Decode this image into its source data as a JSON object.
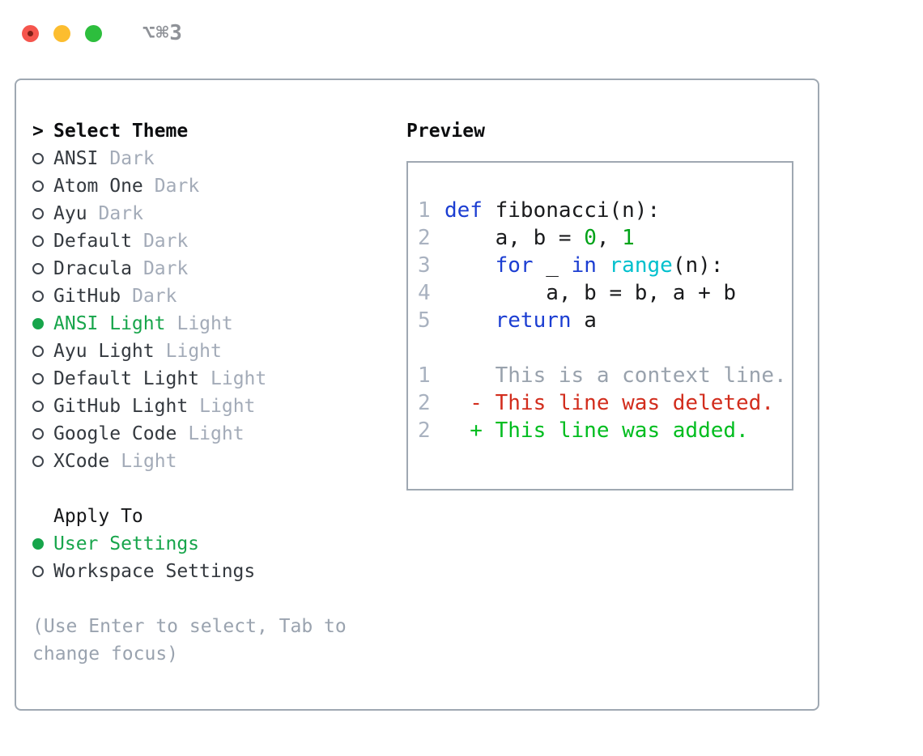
{
  "titlebar": {
    "shortcut": "⌥⌘3"
  },
  "theme_panel": {
    "header_prefix": ">",
    "header": "Select Theme",
    "items": [
      {
        "name": "ANSI",
        "variant": "Dark",
        "selected": false
      },
      {
        "name": "Atom One",
        "variant": "Dark",
        "selected": false
      },
      {
        "name": "Ayu",
        "variant": "Dark",
        "selected": false
      },
      {
        "name": "Default",
        "variant": "Dark",
        "selected": false
      },
      {
        "name": "Dracula",
        "variant": "Dark",
        "selected": false
      },
      {
        "name": "GitHub",
        "variant": "Dark",
        "selected": false
      },
      {
        "name": "ANSI Light",
        "variant": "Light",
        "selected": true
      },
      {
        "name": "Ayu Light",
        "variant": "Light",
        "selected": false
      },
      {
        "name": "Default Light",
        "variant": "Light",
        "selected": false
      },
      {
        "name": "GitHub Light",
        "variant": "Light",
        "selected": false
      },
      {
        "name": "Google Code",
        "variant": "Light",
        "selected": false
      },
      {
        "name": "XCode",
        "variant": "Light",
        "selected": false
      }
    ],
    "apply_to": {
      "header": "Apply To",
      "options": [
        {
          "label": "User Settings",
          "selected": true
        },
        {
          "label": "Workspace Settings",
          "selected": false
        }
      ]
    },
    "help_text": "(Use Enter to select, Tab to change focus)"
  },
  "preview_panel": {
    "header": "Preview",
    "code_lines": [
      {
        "num": "1",
        "tokens": [
          {
            "text": "def",
            "color": "keyword"
          },
          {
            "text": " fibonacci(n):",
            "color": "plain"
          }
        ]
      },
      {
        "num": "2",
        "tokens": [
          {
            "text": "    a, b = ",
            "color": "plain"
          },
          {
            "text": "0",
            "color": "number"
          },
          {
            "text": ", ",
            "color": "plain"
          },
          {
            "text": "1",
            "color": "number"
          }
        ]
      },
      {
        "num": "3",
        "tokens": [
          {
            "text": "    ",
            "color": "plain"
          },
          {
            "text": "for",
            "color": "keyword"
          },
          {
            "text": " _ ",
            "color": "plain"
          },
          {
            "text": "in",
            "color": "keyword"
          },
          {
            "text": " ",
            "color": "plain"
          },
          {
            "text": "range",
            "color": "function"
          },
          {
            "text": "(n):",
            "color": "plain"
          }
        ]
      },
      {
        "num": "4",
        "tokens": [
          {
            "text": "        a, b = b, a + b",
            "color": "plain"
          }
        ]
      },
      {
        "num": "5",
        "tokens": [
          {
            "text": "    ",
            "color": "plain"
          },
          {
            "text": "return",
            "color": "keyword"
          },
          {
            "text": " a",
            "color": "plain"
          }
        ]
      },
      {
        "num": "",
        "tokens": []
      },
      {
        "num": "1",
        "tokens": [
          {
            "text": "    This is a context line.",
            "color": "context"
          }
        ]
      },
      {
        "num": "2",
        "tokens": [
          {
            "text": "  - This line was deleted.",
            "color": "deleted"
          }
        ]
      },
      {
        "num": "2",
        "tokens": [
          {
            "text": "  + This line was added.",
            "color": "added"
          }
        ]
      }
    ]
  },
  "colors": {
    "heading": "#0c0d0f",
    "item_text": "#34393f",
    "muted": "#a3abb8",
    "help": "#9aa3af",
    "selected_green": "#17a54b",
    "line_number": "#a9b2c0",
    "border": "#9fa8b2",
    "plain": "#1a1b1d",
    "keyword": "#1c3ed2",
    "function": "#00c0cd",
    "number": "#00a318",
    "context": "#99a2ad",
    "deleted": "#d22d1d",
    "added": "#00bd1f",
    "traffic_red": "#f5554d",
    "traffic_red_dot": "#7e2017",
    "traffic_yellow": "#fcbd2f",
    "traffic_green": "#2dbe3d",
    "shortcut_gray": "#8f9298"
  }
}
